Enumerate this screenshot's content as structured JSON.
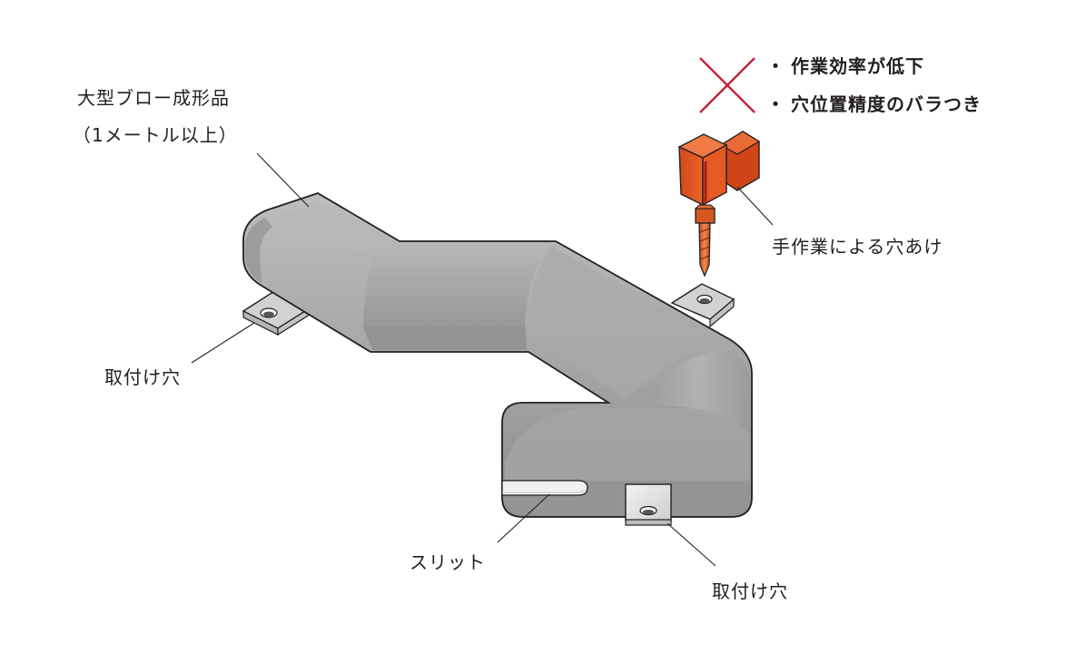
{
  "labels": {
    "product_line1": "大型ブロー成形品",
    "product_line2": "（1メートル以上）",
    "mount_hole_left": "取付け穴",
    "mount_hole_bottom": "取付け穴",
    "slit": "スリット",
    "manual_drilling": "手作業による穴あけ"
  },
  "warning": {
    "bullet": "・",
    "items": [
      "作業効率が低下",
      "穴位置精度のバラつき"
    ]
  },
  "colors": {
    "cross": "#c0243a",
    "drill_body": "#e2531c",
    "part_gray": "#a3a3a3",
    "text": "#231f20"
  }
}
